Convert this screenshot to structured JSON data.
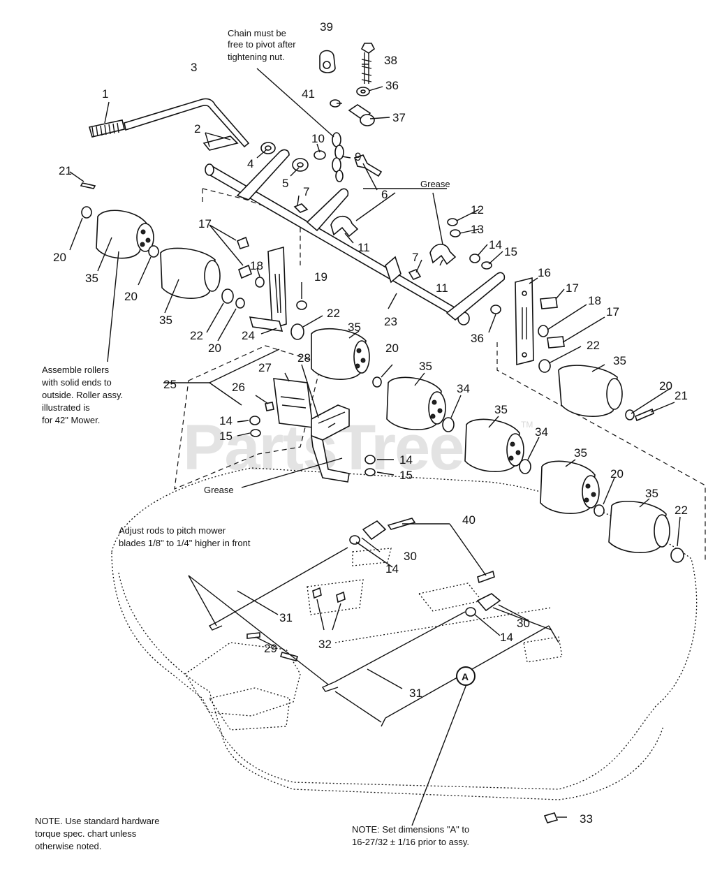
{
  "watermark": {
    "text": "PartsTree",
    "tm": "TM"
  },
  "callouts": {
    "c39": "39",
    "c3": "3",
    "c38": "38",
    "c36a": "36",
    "c41": "41",
    "c37": "37",
    "c1": "1",
    "c2": "2",
    "c10": "10",
    "c9": "9",
    "c4": "4",
    "c5": "5",
    "c21a": "21",
    "c6": "6",
    "c7a": "7",
    "c12": "12",
    "c13": "13",
    "c17a": "17",
    "c11a": "11",
    "c20a": "20",
    "c35a": "35",
    "c18a": "18",
    "c7b": "7",
    "c14a": "14",
    "c15a": "15",
    "c11b": "11",
    "c16": "16",
    "c19": "19",
    "c20b": "20",
    "c17b": "17",
    "c35b": "35",
    "c22a": "22",
    "c20c": "20",
    "c22b": "22",
    "c23": "23",
    "c18b": "18",
    "c17c": "17",
    "c24": "24",
    "c35c": "35",
    "c36b": "36",
    "c22c": "22",
    "c20d": "20",
    "c35d": "35",
    "c25": "25",
    "c27": "27",
    "c28": "28",
    "c26": "26",
    "c35e": "35",
    "c34a": "34",
    "c35f": "35",
    "c20e": "20",
    "c21b": "21",
    "c14b": "14",
    "c15b": "15",
    "c34b": "34",
    "c14c": "14",
    "c15c": "15",
    "c35g": "35",
    "c20f": "20",
    "c35h": "35",
    "c40": "40",
    "c22d": "22",
    "c30a": "30",
    "c14d": "14",
    "c31a": "31",
    "c30b": "30",
    "c14e": "14",
    "c32": "32",
    "c29": "29",
    "c31b": "31",
    "cA": "A",
    "c33": "33"
  },
  "notes": {
    "chain": [
      "Chain must be",
      "free to pivot after",
      "tightening nut."
    ],
    "grease_top": "Grease",
    "grease_bottom": "Grease",
    "rollers": [
      "Assemble rollers",
      "with solid ends to",
      "outside. Roller assy.",
      "illustrated is",
      "for 42\" Mower."
    ],
    "adjust": [
      "Adjust rods to pitch mower",
      "blades 1/8\" to 1/4\" higher in front"
    ],
    "torque": [
      "NOTE. Use standard hardware",
      "torque spec. chart unless",
      "otherwise noted."
    ],
    "dimension": [
      "NOTE: Set dimensions \"A\" to",
      "16-27/32 ± 1/16 prior to assy."
    ]
  }
}
